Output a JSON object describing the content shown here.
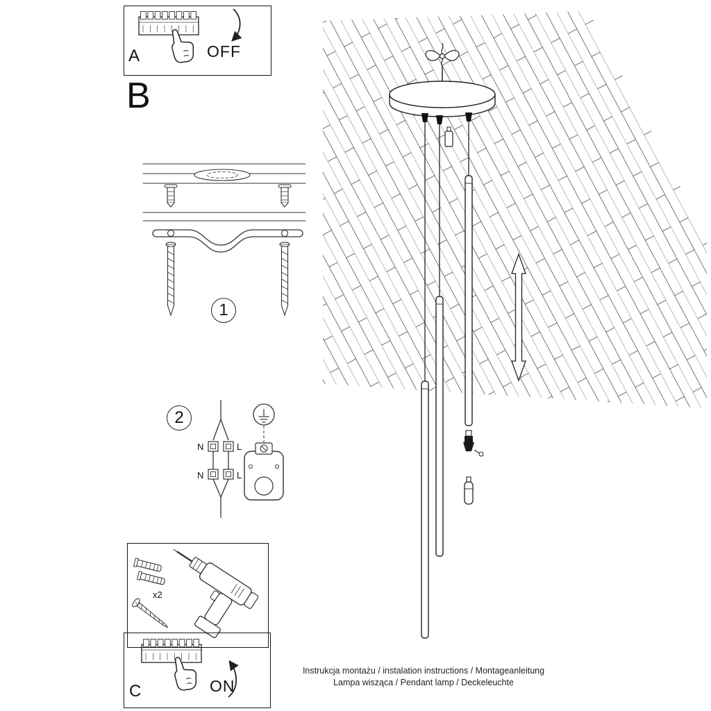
{
  "panel_a": {
    "label": "A",
    "switch_state": "OFF"
  },
  "section_b": {
    "label": "B"
  },
  "step_1": {
    "number": "1"
  },
  "step_2": {
    "number": "2",
    "terminal_labels": {
      "neutral_top": "N",
      "live_top": "L",
      "neutral_bottom": "N",
      "live_bottom": "L"
    }
  },
  "tools_panel": {
    "screw_quantity": "x2"
  },
  "panel_c": {
    "label": "C",
    "switch_state": "ON"
  },
  "footer": {
    "line_1": "Instrukcja montażu / instalation instructions / Montageanleitung",
    "line_2": "Lampa wisząca / Pendant lamp / Deckeleuchte"
  },
  "colors": {
    "ink": "#1a1a1a",
    "background": "#ffffff"
  }
}
